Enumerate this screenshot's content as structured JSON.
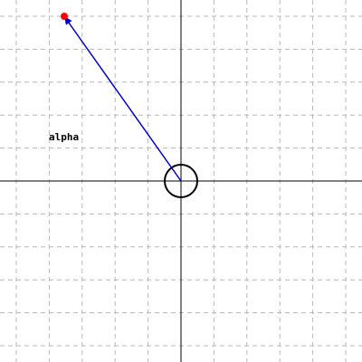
{
  "plane": {
    "x_range": [
      -200,
      200
    ],
    "y_range": [
      -200,
      200
    ],
    "grid_step": 36.4,
    "grid": true
  },
  "origin_marker": {
    "shape": "circle",
    "radius_units": 18
  },
  "vector": {
    "label": "alpha",
    "tip": [
      -129,
      182
    ],
    "label_pos": [
      -146,
      45
    ],
    "color": "#0000cc",
    "tip_color": "#ff0000"
  },
  "colors": {
    "background": "#ffffff",
    "grid": "#b8b8b8",
    "axes": "#000000"
  }
}
